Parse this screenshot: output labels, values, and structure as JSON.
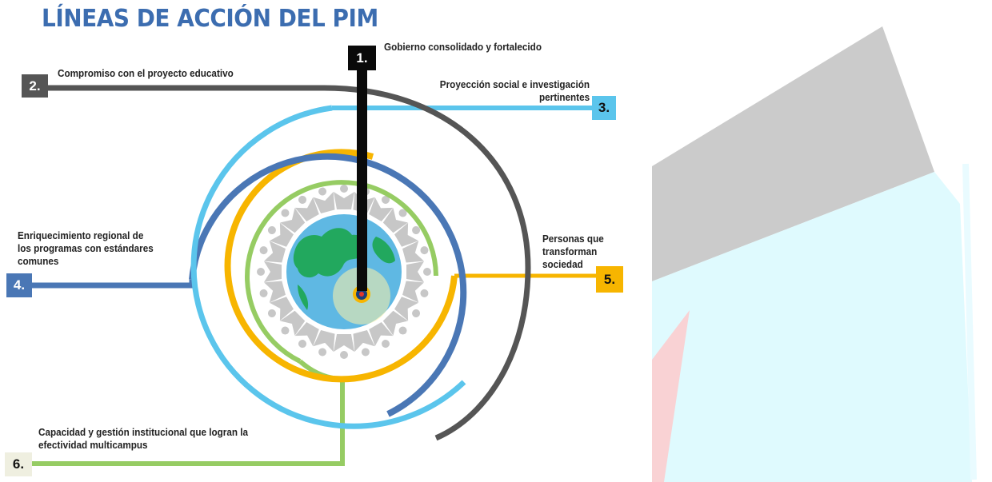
{
  "title": "LÍNEAS DE ACCIÓN DEL PIM",
  "colors": {
    "title": "#3c6db0",
    "black": "#0a0a0a",
    "dark_gray": "#555555",
    "light_blue": "#5bc5ec",
    "mid_blue": "#4a77b5",
    "yellow": "#f7b500",
    "green": "#96cc63",
    "people_gray": "#c7c7c7",
    "ocean": "#5fb8e3",
    "land": "#22a85e"
  },
  "lines": [
    {
      "number": "1.",
      "text": [
        "Gobierno consolidado y fortalecido"
      ],
      "color": "#0a0a0a"
    },
    {
      "number": "2.",
      "text": [
        "Compromiso con el proyecto educativo"
      ],
      "color": "#555555"
    },
    {
      "number": "3.",
      "text": [
        "Proyección social e investigación",
        "pertinentes"
      ],
      "color": "#5bc5ec"
    },
    {
      "number": "4.",
      "text": [
        "Enriquecimiento regional de",
        "los programas con estándares",
        "comunes"
      ],
      "color": "#4a77b5"
    },
    {
      "number": "5.",
      "text": [
        "Personas que",
        "transforman",
        "sociedad"
      ],
      "color": "#f7b500"
    },
    {
      "number": "6.",
      "text": [
        "Capacidad y gestión institucional que logran la",
        "efectividad multicampus"
      ],
      "color": "#96cc63"
    }
  ]
}
